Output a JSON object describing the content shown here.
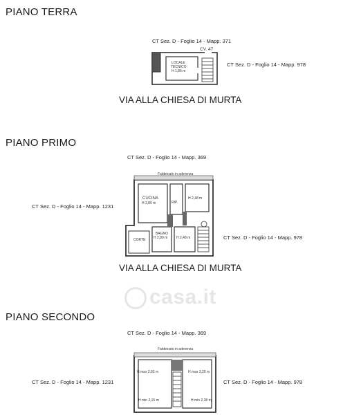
{
  "floors": {
    "ground": {
      "title": "PIANO TERRA",
      "parcel_top": "CT Sez. D - Foglio 14 - Mapp. 371",
      "parcel_right": "CT Sez. D - Foglio 14 - Mapp. 978",
      "civic": "CV. 47",
      "room_name_1": "LOCALE",
      "room_name_2": "TECNICO",
      "room_height": "H 1,86 m",
      "street": "VIA ALLA CHIESA DI MURTA"
    },
    "first": {
      "title": "PIANO PRIMO",
      "parcel_top": "CT Sez. D - Foglio 14 - Mapp. 369",
      "parcel_left": "CT Sez. D - Foglio 14 - Mapp. 1231",
      "parcel_right": "CT Sez. D - Foglio 14 - Mapp. 978",
      "adjacent": "Fabbricato in aderenza",
      "kitchen": "CUCINA",
      "kitchen_height": "H 2,80 m",
      "closet": "RIP.",
      "room_height_top": "H 2,48 m",
      "bath": "BAGNO",
      "bath_height": "H 2,80 m",
      "room_height_bottom": "H 2,48 m",
      "yard": "CORTE",
      "street": "VIA ALLA CHIESA DI MURTA"
    },
    "second": {
      "title": "PIANO SECONDO",
      "parcel_top": "CT Sez. D - Foglio 14 - Mapp. 369",
      "parcel_left": "CT Sez. D - Foglio 14 - Mapp. 1231",
      "parcel_right": "CT Sez. D - Foglio 14 - Mapp. 978",
      "adjacent": "Fabbricato in aderenza",
      "h_max_left": "H max 2,63 m",
      "h_max_right": "H max 3,20 m",
      "h_min_left": "H min 2,15 m",
      "h_min_right": "H min 2,38 m"
    }
  },
  "watermark": "casa.it",
  "colors": {
    "line": "#333333",
    "watermark": "#e6e6e6",
    "background": "#ffffff"
  }
}
